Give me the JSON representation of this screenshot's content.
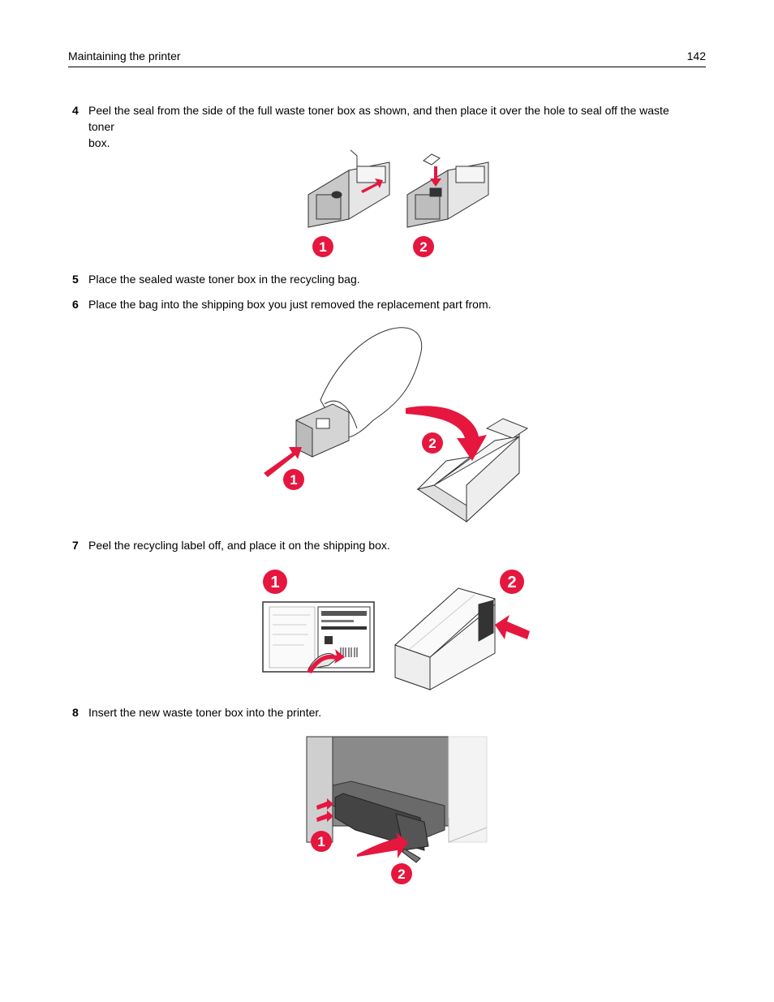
{
  "header": {
    "title": "Maintaining the printer",
    "page_number": "142"
  },
  "steps": [
    {
      "number": "4",
      "text_line1": "Peel the seal from the side of the full waste toner box as shown, and then place it over the hole to seal off the waste",
      "text_line2": "toner box."
    },
    {
      "number": "5",
      "text": "Place the sealed waste toner box in the recycling bag."
    },
    {
      "number": "6",
      "text": "Place the bag into the shipping box you just removed the replacement part from."
    },
    {
      "number": "7",
      "text": "Peel the recycling label off, and place it on the shipping box."
    },
    {
      "number": "8",
      "text": "Insert the new waste toner box into the printer."
    }
  ],
  "callouts": {
    "one": "1",
    "two": "2"
  },
  "colors": {
    "callout": "#e5173f",
    "arrow": "#e5173f",
    "part_fill": "#d4d4d4",
    "outline": "#333333"
  }
}
